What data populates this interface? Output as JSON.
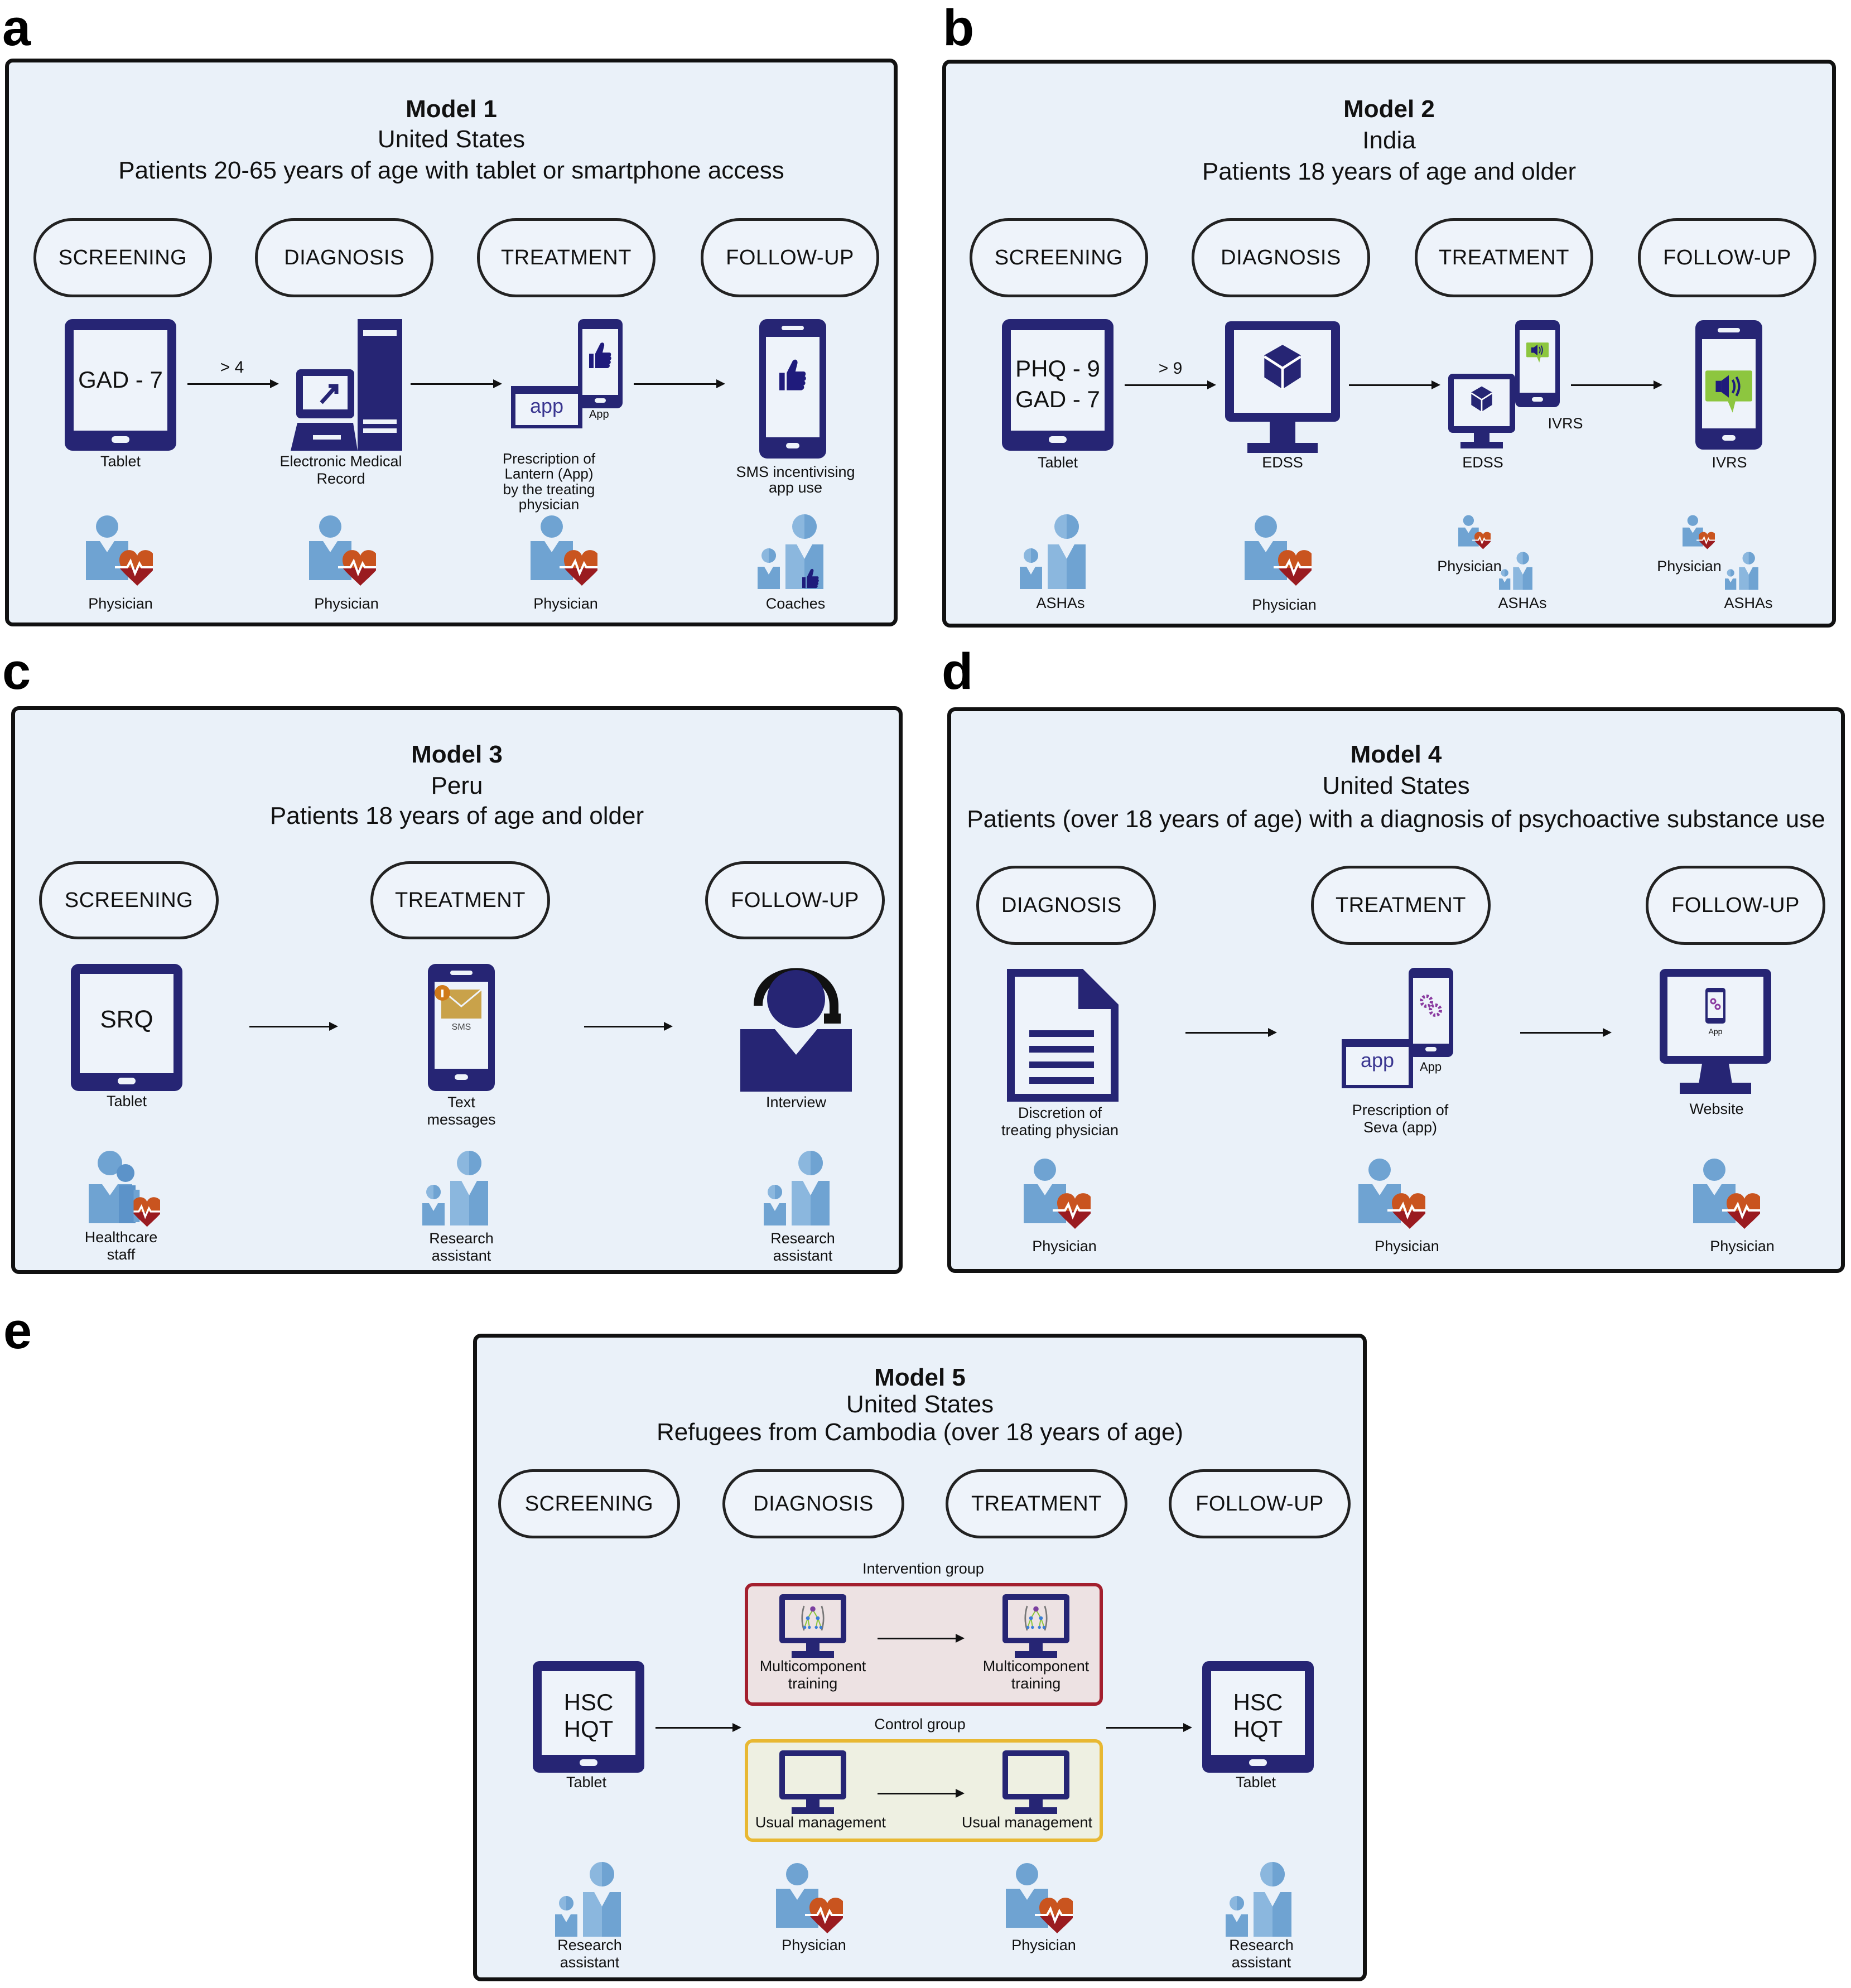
{
  "colors": {
    "navy": "#262574",
    "person_blue": "#6fa3d2",
    "person_blue_light": "#8bb7de",
    "heart_orange": "#c9541f",
    "heart_red": "#9a1b20",
    "speech_green": "#8dc63f",
    "panel_bg": "#eaf1f9",
    "intervention_border": "#a31f2e",
    "control_border": "#e8b832"
  },
  "panels": {
    "a": {
      "letter": "a",
      "title": "Model 1",
      "country": "United States",
      "population": "Patients 20-65 years of age with tablet or smartphone access",
      "stages": [
        "SCREENING",
        "DIAGNOSIS",
        "TREATMENT",
        "FOLLOW-UP"
      ],
      "threshold": "> 4",
      "screen_text": "GAD - 7",
      "tools": [
        {
          "icon": "tablet-icon",
          "label": "Tablet"
        },
        {
          "icon": "computer-icon",
          "label_lines": [
            "Electronic Medical",
            "Record"
          ]
        },
        {
          "icon": "app-phone-icon",
          "app_text": "app",
          "app_caption": "App",
          "label_lines": [
            "Prescription of",
            "Lantern (App)",
            "by the treating",
            "physician"
          ]
        },
        {
          "icon": "phone-thumbs-up-icon",
          "label_lines": [
            "SMS incentivising",
            "app use"
          ]
        }
      ],
      "actors": [
        "Physician",
        "Physician",
        "Physician",
        "Coaches"
      ]
    },
    "b": {
      "letter": "b",
      "title": "Model 2",
      "country": "India",
      "population": "Patients 18 years of age and older",
      "stages": [
        "SCREENING",
        "DIAGNOSIS",
        "TREATMENT",
        "FOLLOW-UP"
      ],
      "threshold": "> 9",
      "screen_text_1": "PHQ - 9",
      "screen_text_2": "GAD - 7",
      "tools": [
        {
          "icon": "tablet-icon",
          "label": "Tablet"
        },
        {
          "icon": "monitor-cube-icon",
          "label": "EDSS"
        },
        {
          "icon": "monitor-and-phone-icon",
          "label": "EDSS",
          "label_2": "IVRS"
        },
        {
          "icon": "phone-speaker-icon",
          "label": "IVRS"
        }
      ],
      "actors": [
        "ASHAs",
        "Physician",
        "Physician",
        "ASHAs",
        "Physician",
        "ASHAs"
      ]
    },
    "c": {
      "letter": "c",
      "title": "Model 3",
      "country": "Peru",
      "population": "Patients 18 years of age and older",
      "stages": [
        "SCREENING",
        "TREATMENT",
        "FOLLOW-UP"
      ],
      "screen_text": "SRQ",
      "sms_caption": "SMS",
      "tools": [
        {
          "icon": "tablet-icon",
          "label": "Tablet"
        },
        {
          "icon": "phone-sms-icon",
          "label_lines": [
            "Text",
            "messages"
          ]
        },
        {
          "icon": "headset-person-icon",
          "label": "Interview"
        }
      ],
      "actors": [
        {
          "lines": [
            "Healthcare",
            "staff"
          ]
        },
        {
          "lines": [
            "Research",
            "assistant"
          ]
        },
        {
          "lines": [
            "Research",
            "assistant"
          ]
        }
      ]
    },
    "d": {
      "letter": "d",
      "title": "Model 4",
      "country": "United States",
      "population": "Patients (over 18 years of age) with a diagnosis of psychoactive substance use",
      "stages": [
        "DIAGNOSIS",
        "TREATMENT",
        "FOLLOW-UP"
      ],
      "tools": [
        {
          "icon": "document-icon",
          "label_lines": [
            "Discretion of",
            "treating physician"
          ]
        },
        {
          "icon": "app-phone-gears-icon",
          "app_text": "app",
          "app_caption": "App",
          "label_lines": [
            "Prescription of",
            "Seva (app)"
          ]
        },
        {
          "icon": "monitor-phone-icon",
          "screen_caption": "App",
          "label": "Website"
        }
      ],
      "actors": [
        "Physician",
        "Physician",
        "Physician"
      ]
    },
    "e": {
      "letter": "e",
      "title": "Model 5",
      "country": "United States",
      "population": "Refugees from Cambodia (over 18 years of age)",
      "stages": [
        "SCREENING",
        "DIAGNOSIS",
        "TREATMENT",
        "FOLLOW-UP"
      ],
      "screen_text_1": "HSC",
      "screen_text_2": "HQT",
      "tablet_label": "Tablet",
      "intervention": {
        "title": "Intervention group",
        "items": [
          [
            "Multicomponent",
            "training"
          ],
          [
            "Multicomponent",
            "training"
          ]
        ]
      },
      "control": {
        "title": "Control group",
        "items": [
          "Usual management",
          "Usual management"
        ]
      },
      "actors": [
        {
          "lines": [
            "Research",
            "assistant"
          ]
        },
        {
          "lines": [
            "Physician"
          ]
        },
        {
          "lines": [
            "Physician"
          ]
        },
        {
          "lines": [
            "Research",
            "assistant"
          ]
        }
      ]
    }
  }
}
